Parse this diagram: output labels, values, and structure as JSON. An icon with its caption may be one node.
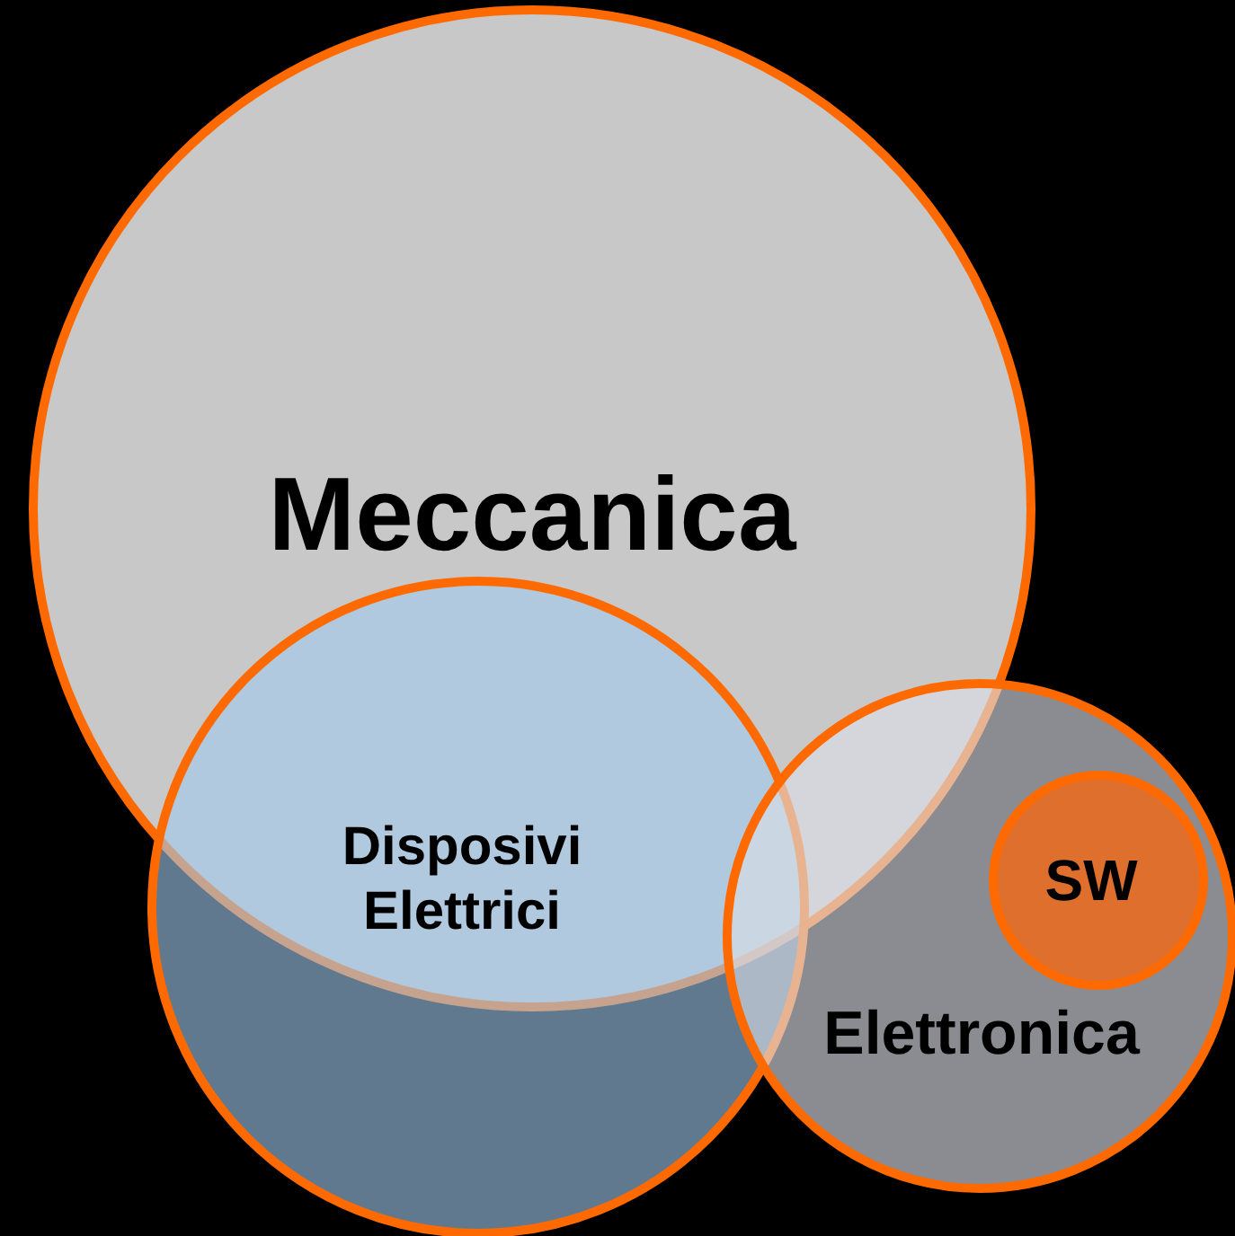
{
  "diagram": {
    "nodes": [
      {
        "text": [
          "Meccanica"
        ]
      },
      {
        "text": [
          "Disposivi Elettrici"
        ]
      },
      {
        "text": [
          "Elettronica"
        ]
      },
      {
        "text": [
          "SW"
        ],
        "in": 2
      }
    ]
  }
}
